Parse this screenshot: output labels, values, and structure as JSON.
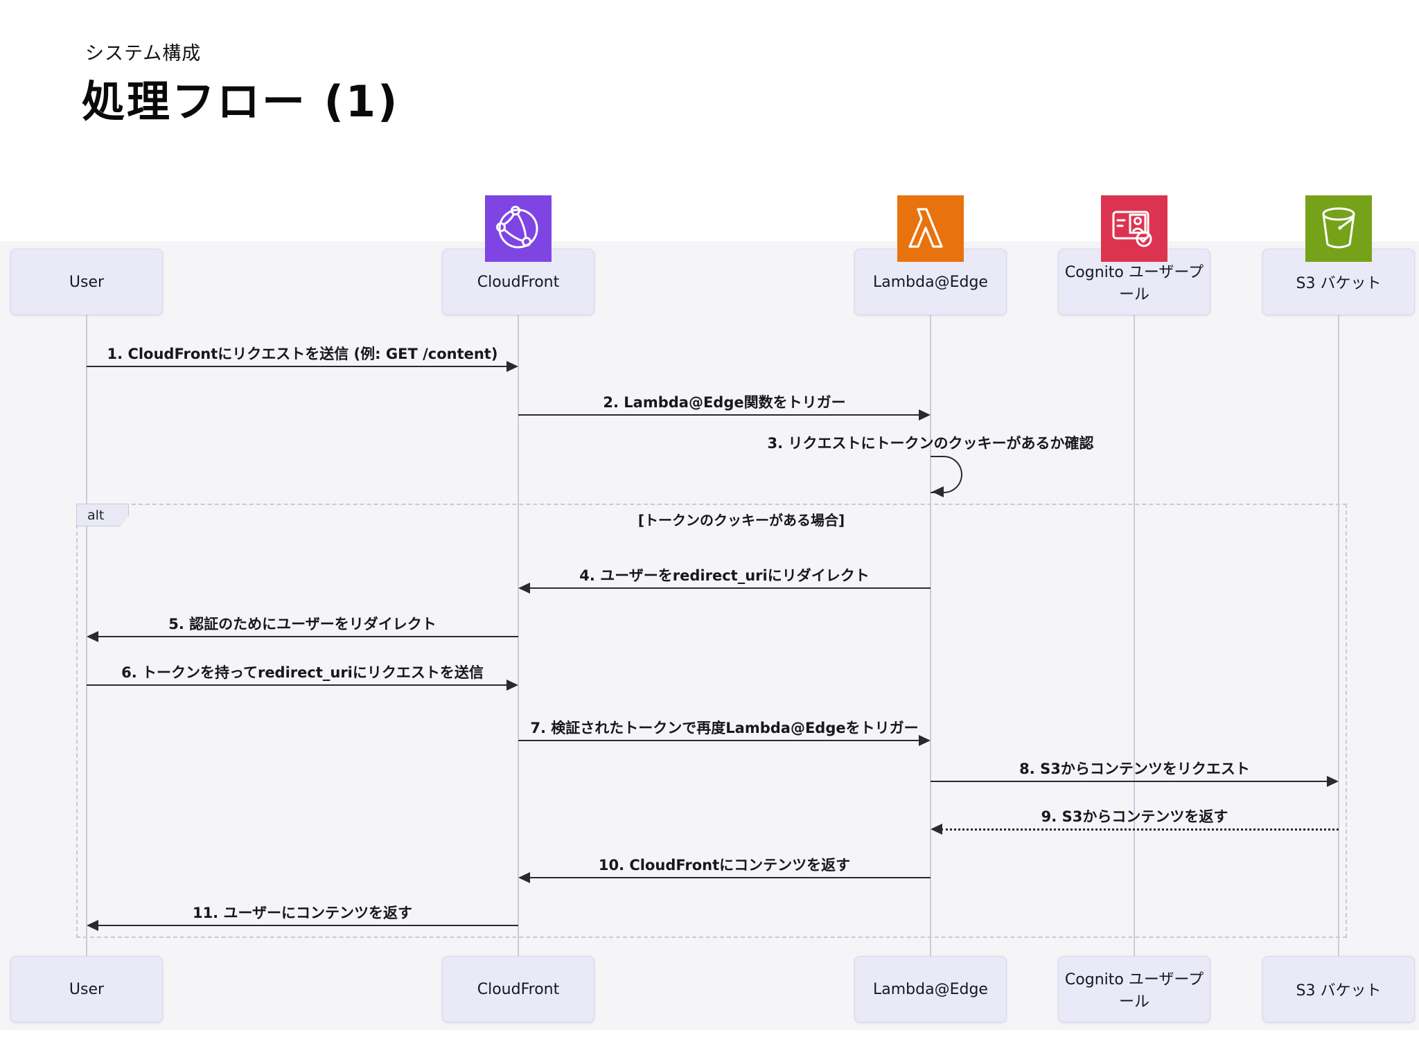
{
  "header": {
    "kicker": "システム構成",
    "title": "処理フロー (1)"
  },
  "colors": {
    "diagram_background": "#F5F5F7",
    "actor_box_fill": "#E9E9F8",
    "actor_box_border": "#D9D9EC",
    "lifeline": "#CBCBDD",
    "alt_border": "#C7C7E0",
    "arrow": "#2A2A2E",
    "cloudfront_icon": "#7E45E3",
    "lambda_icon": "#E8730E",
    "cognito_icon": "#DC3450",
    "s3_icon": "#76A21A"
  },
  "diagram": {
    "actors": [
      {
        "id": "user",
        "label": "User",
        "icon": null
      },
      {
        "id": "cloudfront",
        "label": "CloudFront",
        "icon": "cloudfront-icon"
      },
      {
        "id": "lambda",
        "label": "Lambda@Edge",
        "icon": "lambda-icon"
      },
      {
        "id": "cognito",
        "label": "Cognito ユーザープール",
        "icon": "cognito-icon"
      },
      {
        "id": "s3",
        "label": "S3 バケット",
        "icon": "s3-icon"
      }
    ],
    "messages": [
      {
        "text": "1. CloudFrontにリクエストを送信 (例: GET /content)",
        "from": "user",
        "to": "cloudfront",
        "line": "solid"
      },
      {
        "text": "2. Lambda@Edge関数をトリガー",
        "from": "cloudfront",
        "to": "lambda",
        "line": "solid"
      },
      {
        "text": "3. リクエストにトークンのクッキーがあるか確認",
        "from": "lambda",
        "to": "lambda",
        "line": "solid",
        "self": true
      },
      {
        "text": "4. ユーザーをredirect_uriにリダイレクト",
        "from": "lambda",
        "to": "cloudfront",
        "line": "solid"
      },
      {
        "text": "5. 認証のためにユーザーをリダイレクト",
        "from": "cloudfront",
        "to": "user",
        "line": "solid"
      },
      {
        "text": "6. トークンを持ってredirect_uriにリクエストを送信",
        "from": "user",
        "to": "cloudfront",
        "line": "solid"
      },
      {
        "text": "7. 検証されたトークンで再度Lambda@Edgeをトリガー",
        "from": "cloudfront",
        "to": "lambda",
        "line": "solid"
      },
      {
        "text": "8. S3からコンテンツをリクエスト",
        "from": "lambda",
        "to": "s3",
        "line": "solid"
      },
      {
        "text": "9. S3からコンテンツを返す",
        "from": "s3",
        "to": "lambda",
        "line": "dotted"
      },
      {
        "text": "10. CloudFrontにコンテンツを返す",
        "from": "lambda",
        "to": "cloudfront",
        "line": "solid"
      },
      {
        "text": "11. ユーザーにコンテンツを返す",
        "from": "cloudfront",
        "to": "user",
        "line": "solid"
      }
    ],
    "alt": {
      "keyword": "alt",
      "condition": "[トークンのクッキーがある場合]"
    }
  }
}
